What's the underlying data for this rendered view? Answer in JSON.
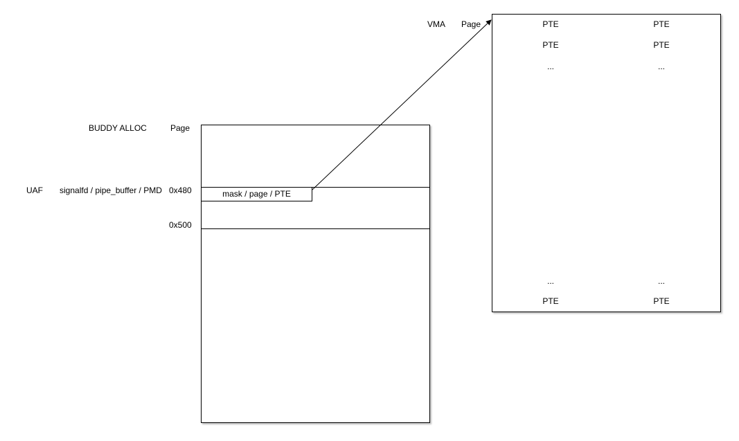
{
  "left_labels": {
    "buddy_alloc": "BUDDY ALLOC",
    "page": "Page",
    "uaf": "UAF",
    "objects": "signalfd / pipe_buffer / PMD",
    "offset_480": "0x480",
    "offset_500": "0x500"
  },
  "memory_page": {
    "slot_label": "mask / page / PTE"
  },
  "right_labels": {
    "vma": "VMA",
    "page": "Page"
  },
  "page_table": {
    "top_rows": [
      [
        "PTE",
        "PTE"
      ],
      [
        "PTE",
        "PTE"
      ],
      [
        "...",
        "..."
      ]
    ],
    "bottom_rows": [
      [
        "...",
        "..."
      ],
      [
        "PTE",
        "PTE"
      ]
    ]
  }
}
